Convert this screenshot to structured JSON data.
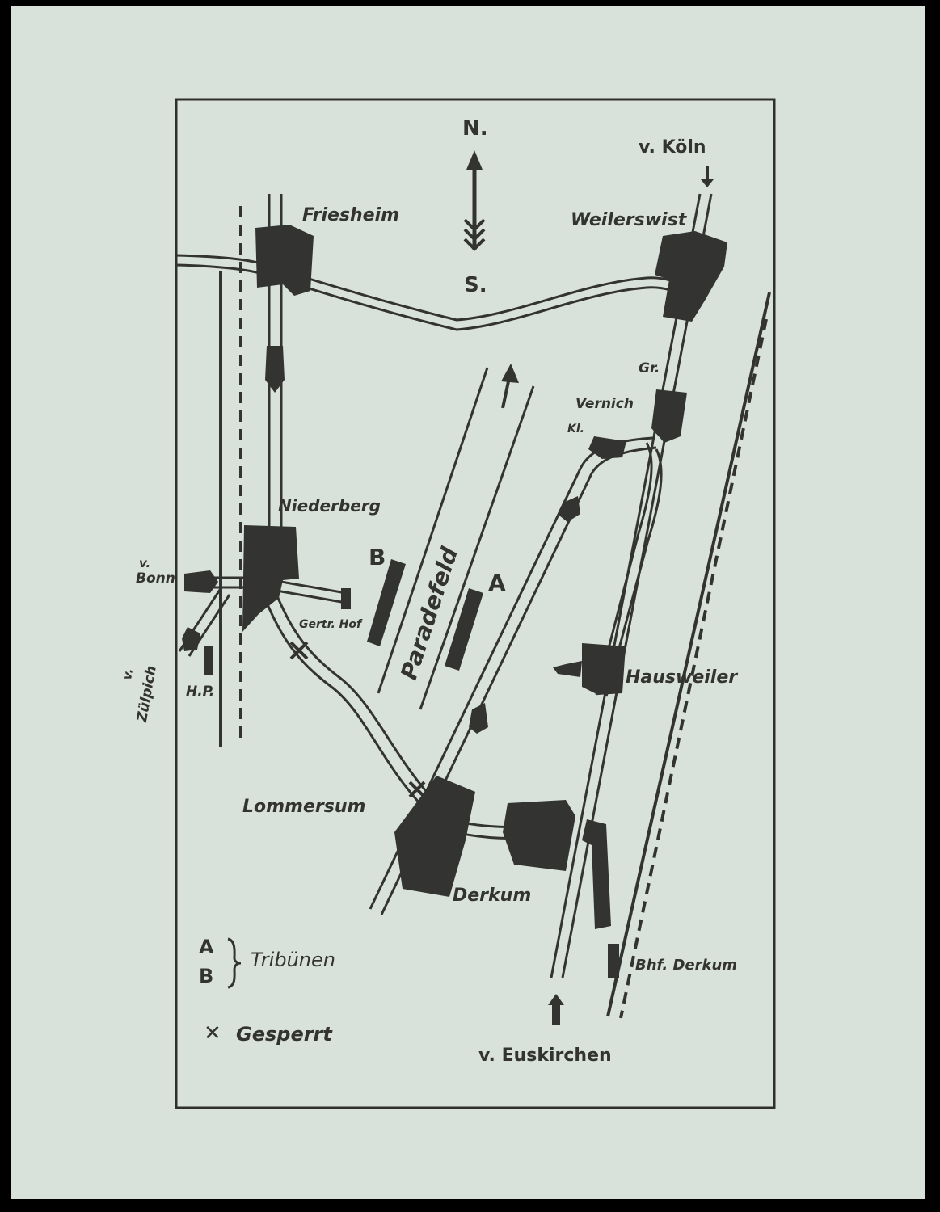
{
  "compass": {
    "north": "N.",
    "south": "S."
  },
  "places": {
    "friesheim": "Friesheim",
    "weilerswist": "Weilerswist",
    "gr_vernich_1": "Gr.",
    "gr_vernich_2": "Vernich",
    "kl": "Kl.",
    "niederberg": "Niederberg",
    "gertr_hof": "Gertr. Hof",
    "hausweiler": "Hausweiler",
    "hp": "H.P.",
    "lommersum": "Lommersum",
    "derkum": "Derkum",
    "bhf_derkum": "Bhf. Derkum"
  },
  "directions": {
    "koeln": "v. Köln",
    "bonn_1": "v.",
    "bonn_2": "Bonn",
    "zuelpich_1": "v.",
    "zuelpich_2": "Zülpich",
    "euskirchen": "v. Euskirchen"
  },
  "field": {
    "label": "Paradefeld",
    "stand_a": "A",
    "stand_b": "B"
  },
  "legend": {
    "a": "A",
    "b": "B",
    "tribuenen": "Tribünen",
    "gesperrt": "Gesperrt",
    "closed_symbol": "✕"
  },
  "colors": {
    "paper": "#d8e2da",
    "ink": "#333331"
  }
}
